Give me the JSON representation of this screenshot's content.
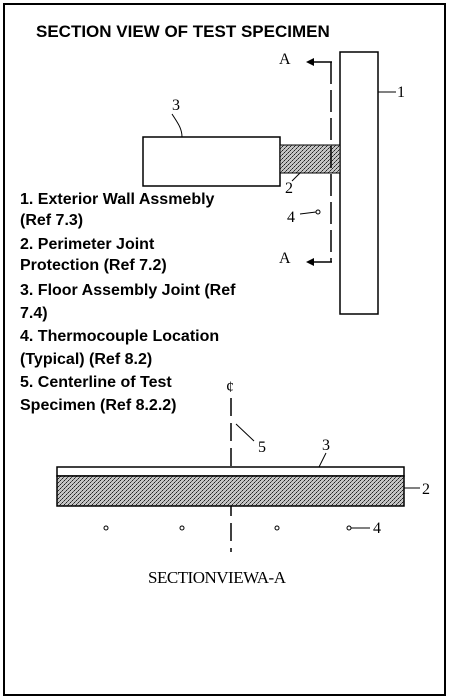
{
  "title": "SECTION VIEW OF TEST SPECIMEN",
  "section_markers": {
    "upper": "A",
    "lower": "A"
  },
  "callouts": {
    "wall": "1",
    "floor_top": "3",
    "joint_top": "2",
    "thermocouple_top": "4",
    "centerline_symbol": "¢",
    "centerline_num": "5",
    "floor_bottom": "3",
    "joint_bottom": "2",
    "thermocouple_bottom": "4"
  },
  "legend": [
    "1. Exterior Wall Assmebly",
    "(Ref 7.3)",
    "2. Perimeter Joint",
    "Protection (Ref 7.2)",
    "3. Floor Assembly Joint (Ref",
    "7.4)",
    "4. Thermocouple Location",
    "(Typical) (Ref 8.2)",
    "5. Centerline of Test",
    "Specimen (Ref  8.2.2)"
  ],
  "section_label": "SECTIONVIEWA-A",
  "colors": {
    "line": "#000000",
    "hatch_bg": "#c8c8c8",
    "paper": "#ffffff"
  }
}
